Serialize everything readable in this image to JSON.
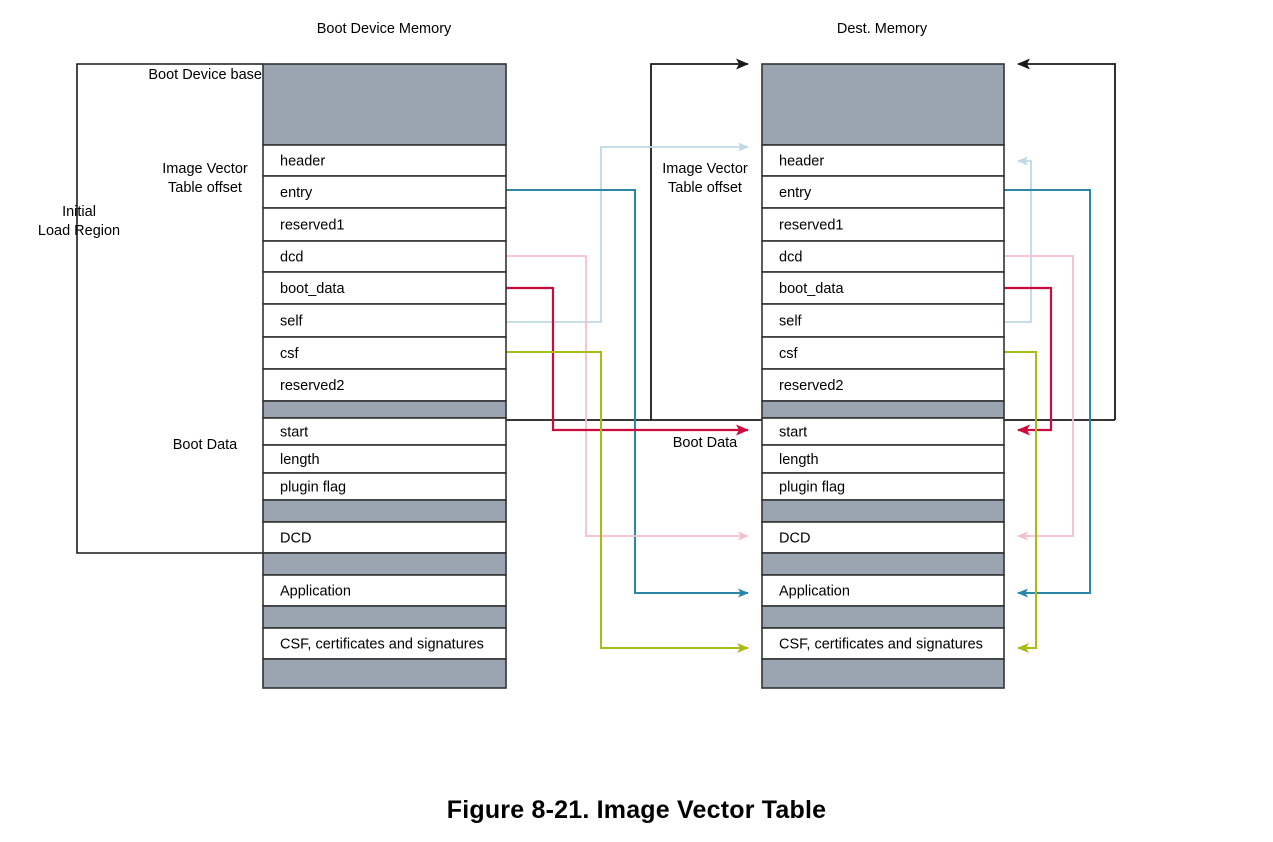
{
  "figure": {
    "caption": "Figure 8-21. Image Vector Table"
  },
  "columns": {
    "left_title": "Boot Device Memory",
    "right_title": "Dest. Memory"
  },
  "left_labels": {
    "boot_device_base": "Boot Device base",
    "image_vector_table_offset_line1": "Image Vector",
    "image_vector_table_offset_line2": "Table offset",
    "initial_load_region_line1": "Initial",
    "initial_load_region_line2": "Load Region",
    "boot_data": "Boot Data"
  },
  "mid_labels": {
    "image_vector_table_offset_line1": "Image Vector",
    "image_vector_table_offset_line2": "Table offset",
    "boot_data": "Boot Data"
  },
  "memory_rows": [
    {
      "id": "gap-top",
      "label": "",
      "filled": true,
      "height": 81
    },
    {
      "id": "header",
      "label": "header",
      "filled": false,
      "height": 31
    },
    {
      "id": "entry",
      "label": "entry",
      "filled": false,
      "height": 32
    },
    {
      "id": "reserved1",
      "label": "reserved1",
      "filled": false,
      "height": 33
    },
    {
      "id": "dcd",
      "label": "dcd",
      "filled": false,
      "height": 31
    },
    {
      "id": "boot_data",
      "label": "boot_data",
      "filled": false,
      "height": 32
    },
    {
      "id": "self",
      "label": "self",
      "filled": false,
      "height": 33
    },
    {
      "id": "csf",
      "label": "csf",
      "filled": false,
      "height": 32
    },
    {
      "id": "reserved2",
      "label": "reserved2",
      "filled": false,
      "height": 32
    },
    {
      "id": "gap-1",
      "label": "",
      "filled": true,
      "height": 17
    },
    {
      "id": "start",
      "label": "start",
      "filled": false,
      "height": 27
    },
    {
      "id": "length",
      "label": "length",
      "filled": false,
      "height": 28
    },
    {
      "id": "plugin",
      "label": "plugin flag",
      "filled": false,
      "height": 27
    },
    {
      "id": "gap-2",
      "label": "",
      "filled": true,
      "height": 22
    },
    {
      "id": "dcd-block",
      "label": "DCD",
      "filled": false,
      "height": 31
    },
    {
      "id": "gap-3",
      "label": "",
      "filled": true,
      "height": 22
    },
    {
      "id": "application",
      "label": "Application",
      "filled": false,
      "height": 31
    },
    {
      "id": "gap-4",
      "label": "",
      "filled": true,
      "height": 22
    },
    {
      "id": "csf-block",
      "label": "CSF, certificates and signatures",
      "filled": false,
      "height": 31
    },
    {
      "id": "gap-bottom",
      "label": "",
      "filled": true,
      "height": 29
    }
  ],
  "connectors": [
    {
      "name": "entry-to-application",
      "source_row": "entry",
      "target_row": "application",
      "color": "#2b87a8"
    },
    {
      "name": "dcd-to-dcd-block",
      "source_row": "dcd",
      "target_row": "dcd-block",
      "color": "#f5bfcd"
    },
    {
      "name": "boot_data-to-start",
      "source_row": "boot_data",
      "target_row": "start",
      "color": "#cc0a3b"
    },
    {
      "name": "self-to-header",
      "source_row": "self",
      "target_row": "header",
      "color": "#bdd9e5"
    },
    {
      "name": "csf-to-csf-block",
      "source_row": "csf",
      "target_row": "csf-block",
      "color": "#a8bc18"
    },
    {
      "name": "initial-load-region-to-dest",
      "source_row": "start",
      "target_row": "gap-top",
      "color": "#1a1a1a"
    }
  ],
  "colors": {
    "filled_block": "#9aa5b1",
    "row_border": "#333333",
    "teal": "#2b87a8",
    "light_blue": "#bdd9e5",
    "pink": "#f5bfcd",
    "crimson": "#cc0a3b",
    "olive": "#a8bc18",
    "black": "#1a1a1a"
  }
}
